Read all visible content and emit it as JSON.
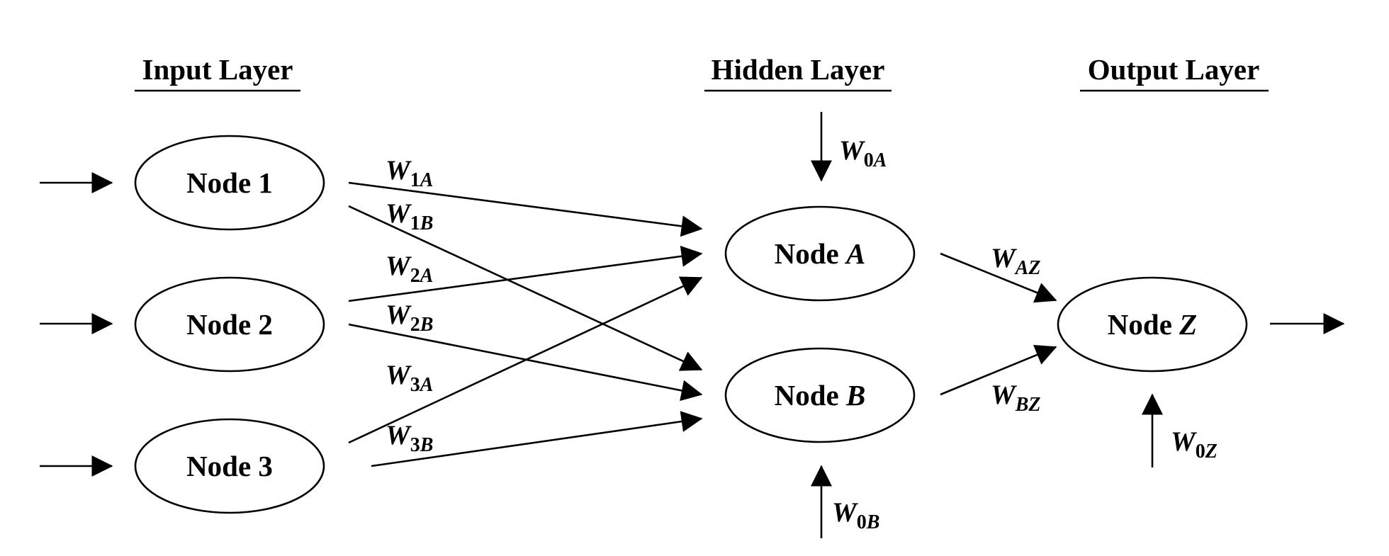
{
  "layers": {
    "input": "Input Layer",
    "hidden": "Hidden Layer",
    "output": "Output Layer"
  },
  "nodes": {
    "node1": "Node 1",
    "node2": "Node 2",
    "node3": "Node 3",
    "nodeA": {
      "prefix": "Node ",
      "name": "A"
    },
    "nodeB": {
      "prefix": "Node ",
      "name": "B"
    },
    "nodeZ": {
      "prefix": "Node ",
      "name": "Z"
    }
  },
  "weights": {
    "w1A": {
      "base": "W",
      "sub_num": "1",
      "sub_letter": "A"
    },
    "w1B": {
      "base": "W",
      "sub_num": "1",
      "sub_letter": "B"
    },
    "w2A": {
      "base": "W",
      "sub_num": "2",
      "sub_letter": "A"
    },
    "w2B": {
      "base": "W",
      "sub_num": "2",
      "sub_letter": "B"
    },
    "w3A": {
      "base": "W",
      "sub_num": "3",
      "sub_letter": "A"
    },
    "w3B": {
      "base": "W",
      "sub_num": "3",
      "sub_letter": "B"
    },
    "w0A": {
      "base": "W",
      "sub_num": "0",
      "sub_letter": "A"
    },
    "w0B": {
      "base": "W",
      "sub_num": "0",
      "sub_letter": "B"
    },
    "wAZ": {
      "base": "W",
      "sub_num": "",
      "sub_letter": "AZ"
    },
    "wBZ": {
      "base": "W",
      "sub_num": "",
      "sub_letter": "BZ"
    },
    "w0Z": {
      "base": "W",
      "sub_num": "0",
      "sub_letter": "Z"
    }
  },
  "colors": {
    "ink": "#000000",
    "background": "#ffffff"
  }
}
